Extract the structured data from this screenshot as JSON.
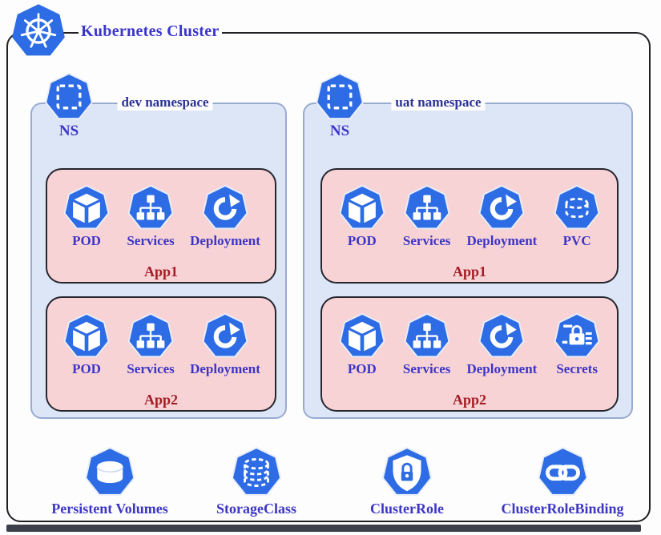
{
  "header": {
    "title": "Kubernetes Cluster",
    "logo_icon": "kubernetes-logo"
  },
  "colors": {
    "icon_blue": "#2d6ce4",
    "label_blue": "#3d36c4",
    "title_blue": "#3b35c9",
    "namespace_title_blue": "#2d3396",
    "app_label_red": "#a21d24",
    "namespace_fill": "#dde6f7",
    "namespace_border": "#9aabd0",
    "app_fill": "#f8d3d6",
    "cluster_border": "#1f1f24",
    "bottom_bar": "#3b3f4a"
  },
  "namespaces": [
    {
      "title": "dev namespace",
      "ns_label": "NS",
      "ns_icon": "namespace-icon",
      "apps": [
        {
          "name": "App1",
          "resources": [
            {
              "label": "POD",
              "icon": "pod-icon"
            },
            {
              "label": "Services",
              "icon": "services-icon"
            },
            {
              "label": "Deployment",
              "icon": "deployment-icon"
            }
          ]
        },
        {
          "name": "App2",
          "resources": [
            {
              "label": "POD",
              "icon": "pod-icon"
            },
            {
              "label": "Services",
              "icon": "services-icon"
            },
            {
              "label": "Deployment",
              "icon": "deployment-icon"
            }
          ]
        }
      ]
    },
    {
      "title": "uat namespace",
      "ns_label": "NS",
      "ns_icon": "namespace-icon",
      "apps": [
        {
          "name": "App1",
          "resources": [
            {
              "label": "POD",
              "icon": "pod-icon"
            },
            {
              "label": "Services",
              "icon": "services-icon"
            },
            {
              "label": "Deployment",
              "icon": "deployment-icon"
            },
            {
              "label": "PVC",
              "icon": "pvc-icon"
            }
          ]
        },
        {
          "name": "App2",
          "resources": [
            {
              "label": "POD",
              "icon": "pod-icon"
            },
            {
              "label": "Services",
              "icon": "services-icon"
            },
            {
              "label": "Deployment",
              "icon": "deployment-icon"
            },
            {
              "label": "Secrets",
              "icon": "secrets-icon"
            }
          ]
        }
      ]
    }
  ],
  "cluster_resources": [
    {
      "label": "Persistent Volumes",
      "icon": "persistent-volumes-icon"
    },
    {
      "label": "StorageClass",
      "icon": "storageclass-icon"
    },
    {
      "label": "ClusterRole",
      "icon": "clusterrole-icon"
    },
    {
      "label": "ClusterRoleBinding",
      "icon": "clusterrolebinding-icon"
    }
  ]
}
